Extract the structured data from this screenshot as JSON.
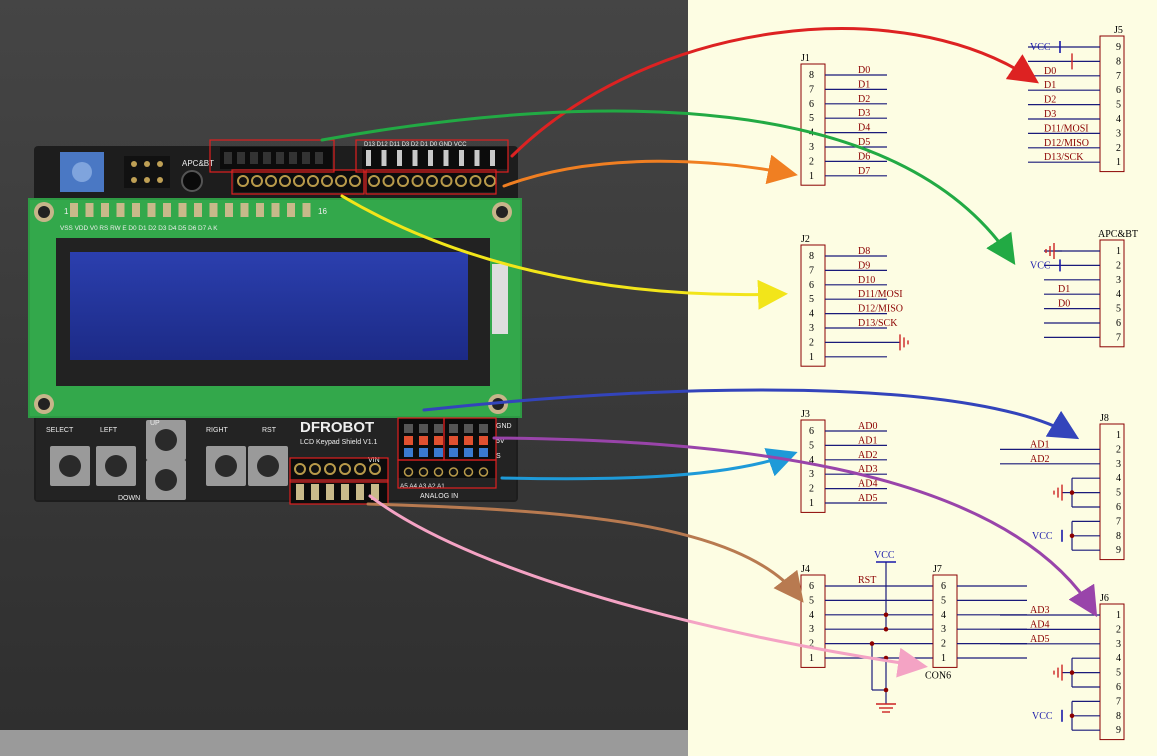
{
  "board": {
    "brand": "DFROBOT",
    "subtitle": "LCD Keypad Shield V1.1",
    "apc_label": "APC&BT",
    "top_pin_label": "D13 D12 D11 D3 D2 D1 D0 GND VCC",
    "lcd_pin_label": "VSS VDD V0 RS RW E D0 D1 D2 D3 D4 D5 D6 D7 A K",
    "lcd_pin_one": "1",
    "lcd_pin_last": "16",
    "buttons": [
      "SELECT",
      "LEFT",
      "UP",
      "DOWN",
      "RIGHT",
      "RST"
    ],
    "analog_label": "ANALOG IN",
    "analog_pins": "A5 A4 A3 A2 A1",
    "power_label": "VIN",
    "side_labels": [
      "GND",
      "5V",
      "S"
    ]
  },
  "colors": {
    "red": "#dd2222",
    "green": "#22aa44",
    "orange": "#f07f22",
    "yellow": "#f2e51a",
    "blue": "#3344bb",
    "cyan": "#1e9ad8",
    "purple": "#9944aa",
    "brown": "#b87a50",
    "pink": "#f4a3c4",
    "label": "#8b0000",
    "pin": "#000000",
    "wire": "#1a1a7a",
    "ground": "#cc2222",
    "vcc": "#1a1aaa",
    "schem_bg": "#fdfde3"
  },
  "schematic": {
    "J1": {
      "title": "J1",
      "pins": [
        "8",
        "7",
        "6",
        "5",
        "4",
        "3",
        "2",
        "1"
      ],
      "signals": [
        "D0",
        "D1",
        "D2",
        "D3",
        "D4",
        "D5",
        "D6",
        "D7"
      ]
    },
    "J2": {
      "title": "J2",
      "pins": [
        "8",
        "7",
        "6",
        "5",
        "4",
        "3",
        "2",
        "1"
      ],
      "signals": [
        "D8",
        "D9",
        "D10",
        "D11/MOSI",
        "D12/MISO",
        "D13/SCK",
        "",
        ""
      ]
    },
    "J3": {
      "title": "J3",
      "pins": [
        "6",
        "5",
        "4",
        "3",
        "2",
        "1"
      ],
      "signals": [
        "AD0",
        "AD1",
        "AD2",
        "AD3",
        "AD4",
        "AD5"
      ]
    },
    "J4": {
      "title": "J4",
      "pins": [
        "6",
        "5",
        "4",
        "3",
        "2",
        "1"
      ],
      "rst": "RST",
      "vcc": "VCC"
    },
    "J7": {
      "title": "J7",
      "pins": [
        "6",
        "5",
        "4",
        "3",
        "2",
        "1"
      ],
      "sub": "CON6"
    },
    "J5": {
      "title": "J5",
      "pins": [
        "9",
        "8",
        "7",
        "6",
        "5",
        "4",
        "3",
        "2",
        "1"
      ],
      "vcc": "VCC",
      "signals": [
        "D0",
        "D1",
        "D2",
        "D3",
        "D11/MOSI",
        "D12/MISO",
        "D13/SCK"
      ]
    },
    "APC": {
      "title": "APC&BT",
      "pins": [
        "1",
        "2",
        "3",
        "4",
        "5",
        "6",
        "7"
      ],
      "vcc": "VCC",
      "signals": [
        "D1",
        "D0"
      ]
    },
    "J8": {
      "title": "J8",
      "pins": [
        "1",
        "2",
        "3",
        "4",
        "5",
        "6",
        "7",
        "8",
        "9"
      ],
      "signals": [
        "AD1",
        "AD2"
      ],
      "vcc": "VCC"
    },
    "J6": {
      "title": "J6",
      "pins": [
        "1",
        "2",
        "3",
        "4",
        "5",
        "6",
        "7",
        "8",
        "9"
      ],
      "signals": [
        "AD3",
        "AD4",
        "AD5"
      ],
      "vcc": "VCC"
    }
  }
}
